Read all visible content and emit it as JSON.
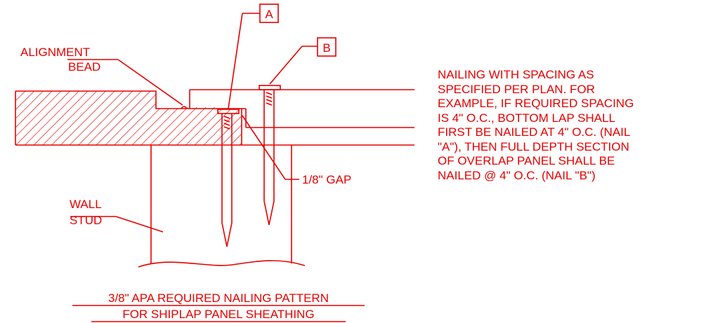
{
  "colors": {
    "line": "#e60000",
    "background": "#ffffff"
  },
  "callouts": {
    "a": "A",
    "b": "B"
  },
  "labels": {
    "alignment_bead": [
      "ALIGNMENT",
      "BEAD"
    ],
    "gap": "1/8\" GAP",
    "wall_stud": [
      "WALL",
      "STUD"
    ]
  },
  "note_lines": [
    "NAILING WITH SPACING AS",
    "SPECIFIED PER PLAN.  FOR",
    "EXAMPLE, IF REQUIRED SPACING",
    "IS 4\" O.C., BOTTOM LAP SHALL",
    "FIRST BE NAILED AT 4\" O.C. (NAIL",
    "\"A\"), THEN FULL DEPTH SECTION",
    "OF OVERLAP PANEL SHALL BE",
    "NAILED @ 4\" O.C. (NAIL \"B\")"
  ],
  "title": [
    "3/8\" APA REQUIRED NAILING PATTERN",
    "FOR SHIPLAP PANEL SHEATHING"
  ]
}
